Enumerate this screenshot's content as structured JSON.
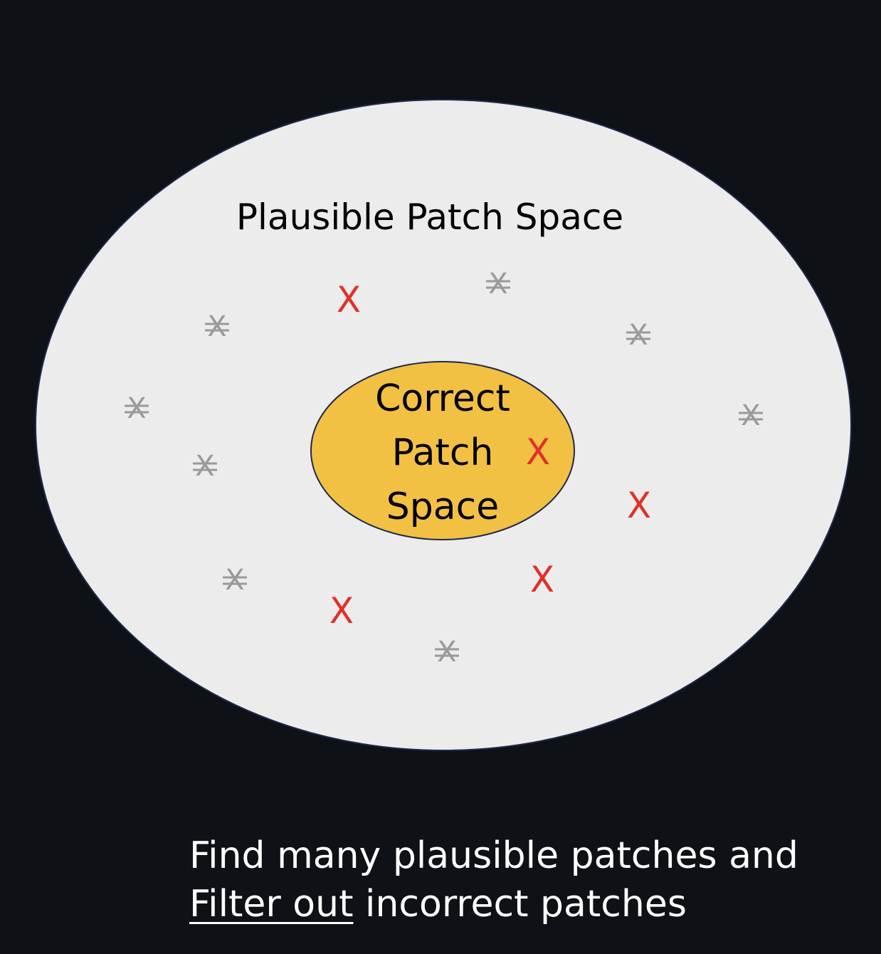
{
  "outer_region": {
    "label": "Plausible Patch Space",
    "fill": "#ececec",
    "stroke": "#1e2a4a"
  },
  "inner_region": {
    "label_lines": [
      "Correct",
      "Patch",
      "Space"
    ],
    "fill": "#f2c043",
    "stroke": "#1e2a4a"
  },
  "marks": {
    "incorrect_symbol": "X",
    "incorrect_color": "#e0302a",
    "filtered_symbol": "X",
    "filtered_color": "#9a9a9a"
  },
  "caption": {
    "line1": "Find many plausible patches and",
    "line2_underlined": "Filter out",
    "line2_rest": " incorrect patches",
    "color": "#ffffff"
  }
}
